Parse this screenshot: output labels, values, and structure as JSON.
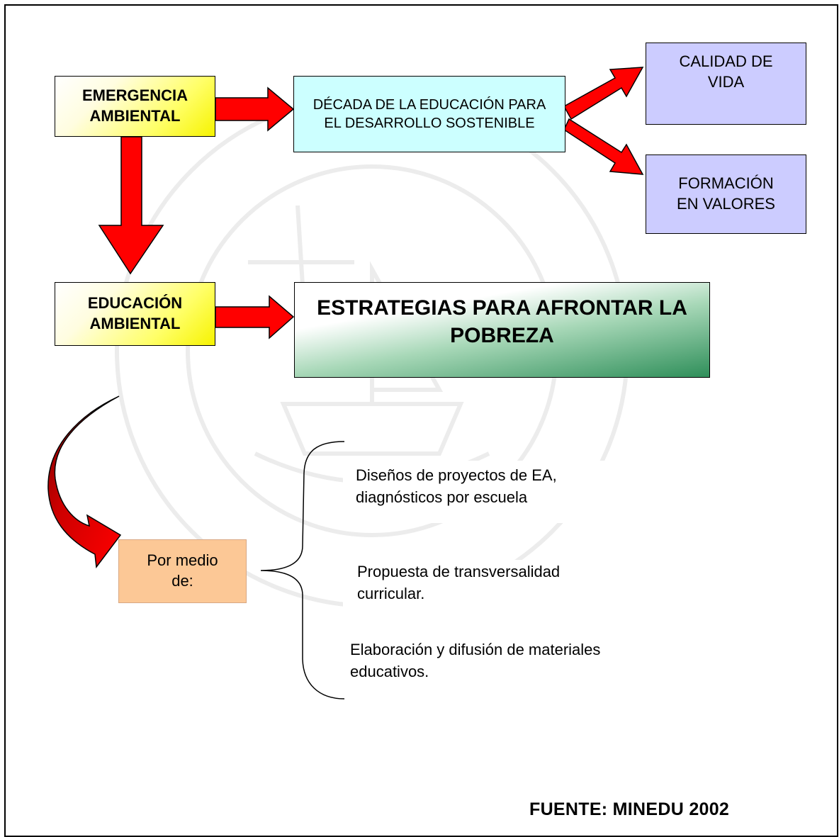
{
  "emergencia": "EMERGENCIA AMBIENTAL",
  "decada": "DÉCADA DE LA EDUCACIÓN PARA EL DESARROLLO SOSTENIBLE",
  "calidad": "CALIDAD DE VIDA",
  "formacion": "FORMACIÓN EN VALORES",
  "educacion": "EDUCACIÓN AMBIENTAL",
  "estrategias": "ESTRATEGIAS PARA AFRONTAR LA POBREZA",
  "por_medio": "Por medio de:",
  "items": [
    "Diseños de proyectos de EA, diagnósticos por escuela",
    "Propuesta de transversalidad curricular.",
    "Elaboración y difusión de materiales educativos."
  ],
  "fuente": "FUENTE: MINEDU 2002",
  "colors": {
    "arrow_red": "#ff0000",
    "yellow_box": "#ffff66",
    "cyan_box": "#ccffff",
    "lavender_box": "#ccccff",
    "green_gradient": "#2f8f5a",
    "orange_box": "#fcc896"
  }
}
